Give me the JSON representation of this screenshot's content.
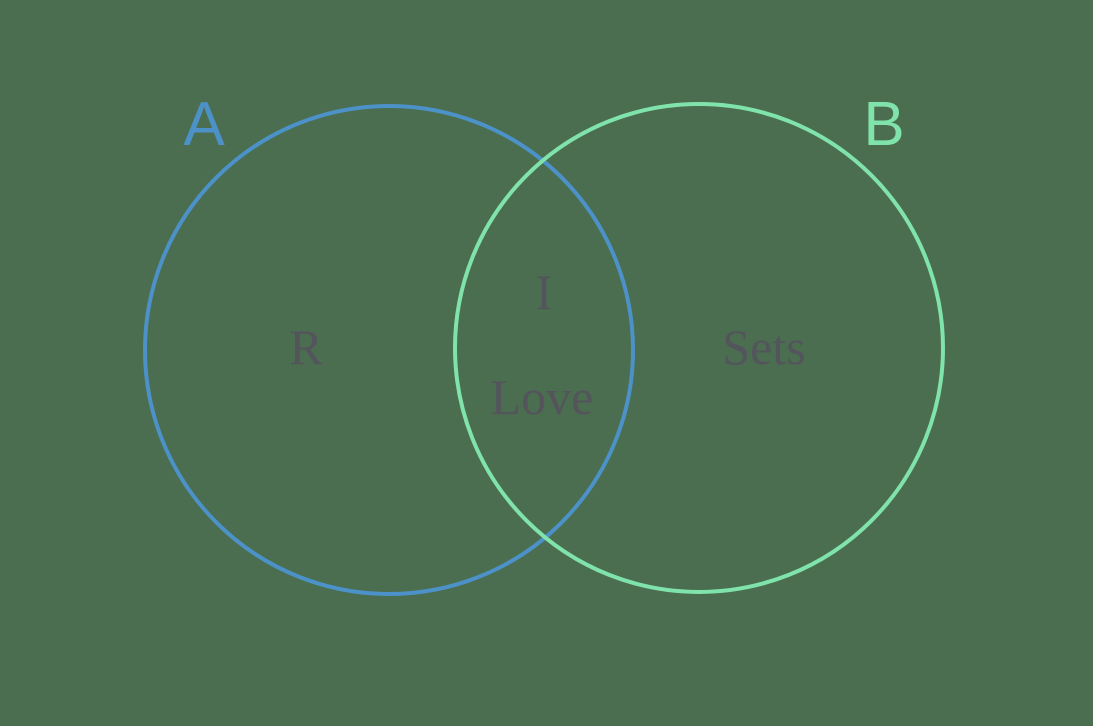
{
  "colors": {
    "background": "#4a6e4f",
    "circle_a_stroke": "#4c92c8",
    "circle_b_stroke": "#7fe3ab",
    "item_text": "#54545c"
  },
  "venn": {
    "set_a_label": "A",
    "set_b_label": "B",
    "set_a_item": "R",
    "intersection_item_top": "I",
    "intersection_item_bottom": "Love",
    "set_b_item": "Sets"
  }
}
